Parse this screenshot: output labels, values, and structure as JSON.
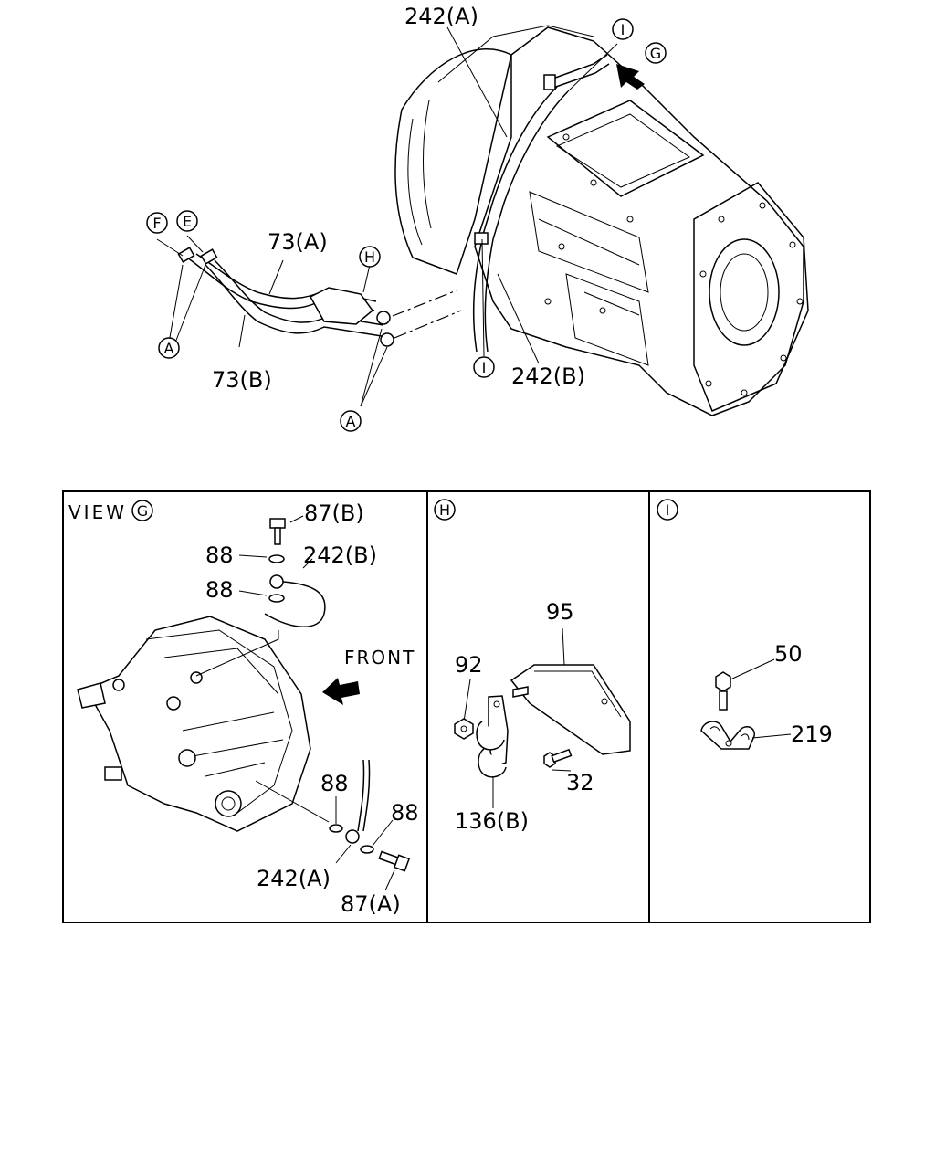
{
  "callouts": {
    "p242a": "242(A)",
    "p242b": "242(B)",
    "p73a": "73(A)",
    "p73b": "73(B)",
    "p87a": "87(A)",
    "p87b": "87(B)",
    "p88": "88",
    "p95": "95",
    "p92": "92",
    "p32": "32",
    "p136b": "136(B)",
    "p50": "50",
    "p219": "219"
  },
  "circles": {
    "A": "A",
    "E": "E",
    "F": "F",
    "G": "G",
    "H": "H",
    "I": "I"
  },
  "panels": {
    "view_word": "VIEW",
    "front": "FRONT"
  }
}
